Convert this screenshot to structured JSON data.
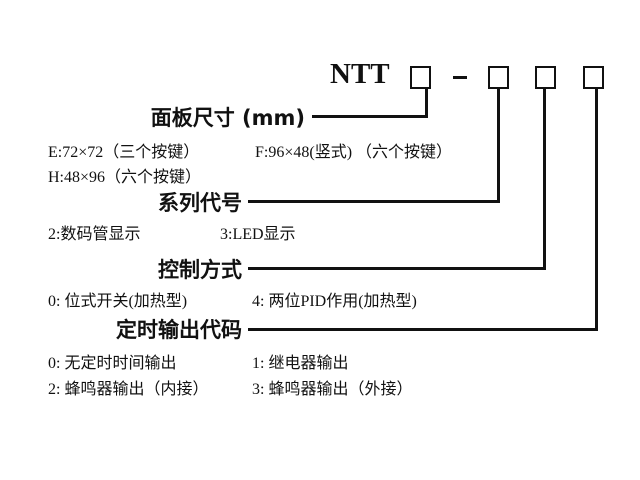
{
  "model": {
    "prefix": "NTT",
    "separator": "-"
  },
  "sections": [
    {
      "title": "面板尺寸 (mm)",
      "options": [
        "E:72×72（三个按键）",
        "F:96×48(竖式) （六个按键）",
        "H:48×96（六个按键）"
      ]
    },
    {
      "title": "系列代号",
      "options": [
        "2:数码管显示",
        "3:LED显示"
      ]
    },
    {
      "title": "控制方式",
      "options": [
        "0: 位式开关(加热型)",
        "4: 两位PID作用(加热型)"
      ]
    },
    {
      "title": "定时输出代码",
      "options": [
        "0: 无定时时间输出",
        "1: 继电器输出",
        "2: 蜂鸣器输出（内接）",
        "3: 蜂鸣器输出（外接）"
      ]
    }
  ]
}
